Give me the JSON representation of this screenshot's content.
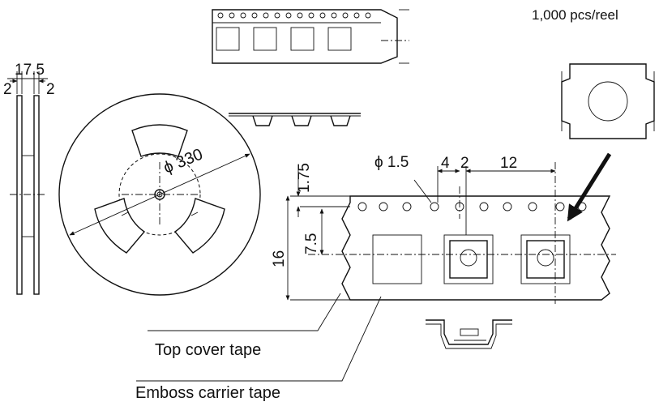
{
  "labels": {
    "qty": "1,000 pcs/reel",
    "flange_width": "17.5",
    "flange_left": "2",
    "flange_right": "2",
    "reel_diameter": "ϕ 330",
    "hole_diameter": "ϕ 1.5",
    "hole_pitch": "4",
    "hole_to_pocket": "2",
    "pocket_pitch": "12",
    "hole_edge": "1.75",
    "pocket_offset": "7.5",
    "tape_width": "16",
    "cover_tape": "Top cover tape",
    "carrier_tape": "Emboss carrier tape"
  },
  "colors": {
    "line": "#111111",
    "background": "#ffffff"
  },
  "icons": {
    "arrow": "arrow-down-left-icon"
  }
}
